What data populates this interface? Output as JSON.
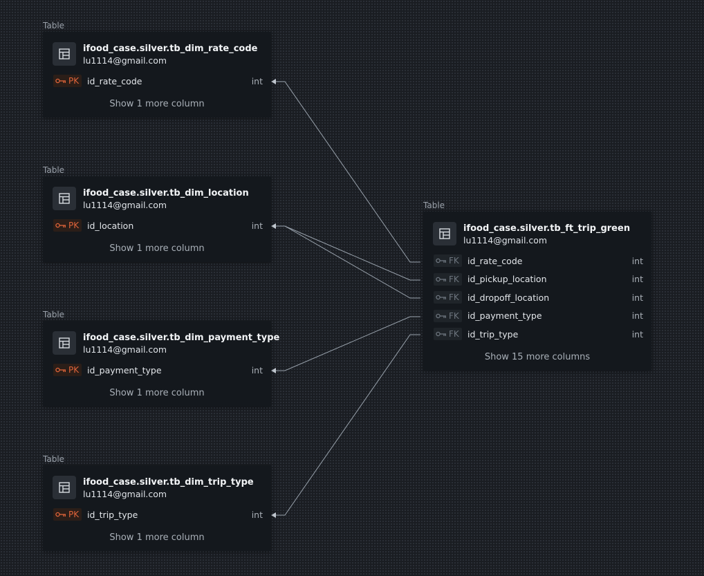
{
  "node_kind_label": "Table",
  "dimension_tables": [
    {
      "name": "ifood_case.silver.tb_dim_rate_code",
      "owner": "lu1114@gmail.com",
      "key_label": "PK",
      "column": "id_rate_code",
      "type": "int",
      "more": "Show 1 more column"
    },
    {
      "name": "ifood_case.silver.tb_dim_location",
      "owner": "lu1114@gmail.com",
      "key_label": "PK",
      "column": "id_location",
      "type": "int",
      "more": "Show 1 more column"
    },
    {
      "name": "ifood_case.silver.tb_dim_payment_type",
      "owner": "lu1114@gmail.com",
      "key_label": "PK",
      "column": "id_payment_type",
      "type": "int",
      "more": "Show 1 more column"
    },
    {
      "name": "ifood_case.silver.tb_dim_trip_type",
      "owner": "lu1114@gmail.com",
      "key_label": "PK",
      "column": "id_trip_type",
      "type": "int",
      "more": "Show 1 more column"
    }
  ],
  "fact_table": {
    "name": "ifood_case.silver.tb_ft_trip_green",
    "owner": "lu1114@gmail.com",
    "columns": [
      {
        "key_label": "FK",
        "column": "id_rate_code",
        "type": "int"
      },
      {
        "key_label": "FK",
        "column": "id_pickup_location",
        "type": "int"
      },
      {
        "key_label": "FK",
        "column": "id_dropoff_location",
        "type": "int"
      },
      {
        "key_label": "FK",
        "column": "id_payment_type",
        "type": "int"
      },
      {
        "key_label": "FK",
        "column": "id_trip_type",
        "type": "int"
      }
    ],
    "more": "Show 15 more columns"
  },
  "relationships": [
    {
      "from": "id_rate_code",
      "to_table": "ifood_case.silver.tb_dim_rate_code"
    },
    {
      "from": "id_pickup_location",
      "to_table": "ifood_case.silver.tb_dim_location"
    },
    {
      "from": "id_dropoff_location",
      "to_table": "ifood_case.silver.tb_dim_location"
    },
    {
      "from": "id_payment_type",
      "to_table": "ifood_case.silver.tb_dim_payment_type"
    },
    {
      "from": "id_trip_type",
      "to_table": "ifood_case.silver.tb_dim_trip_type"
    }
  ],
  "colors": {
    "background": "#1a1d22",
    "card": "#14181d",
    "pk_accent": "#e0643a",
    "fk_muted": "#6d757e",
    "edge": "#9aa3ad"
  }
}
